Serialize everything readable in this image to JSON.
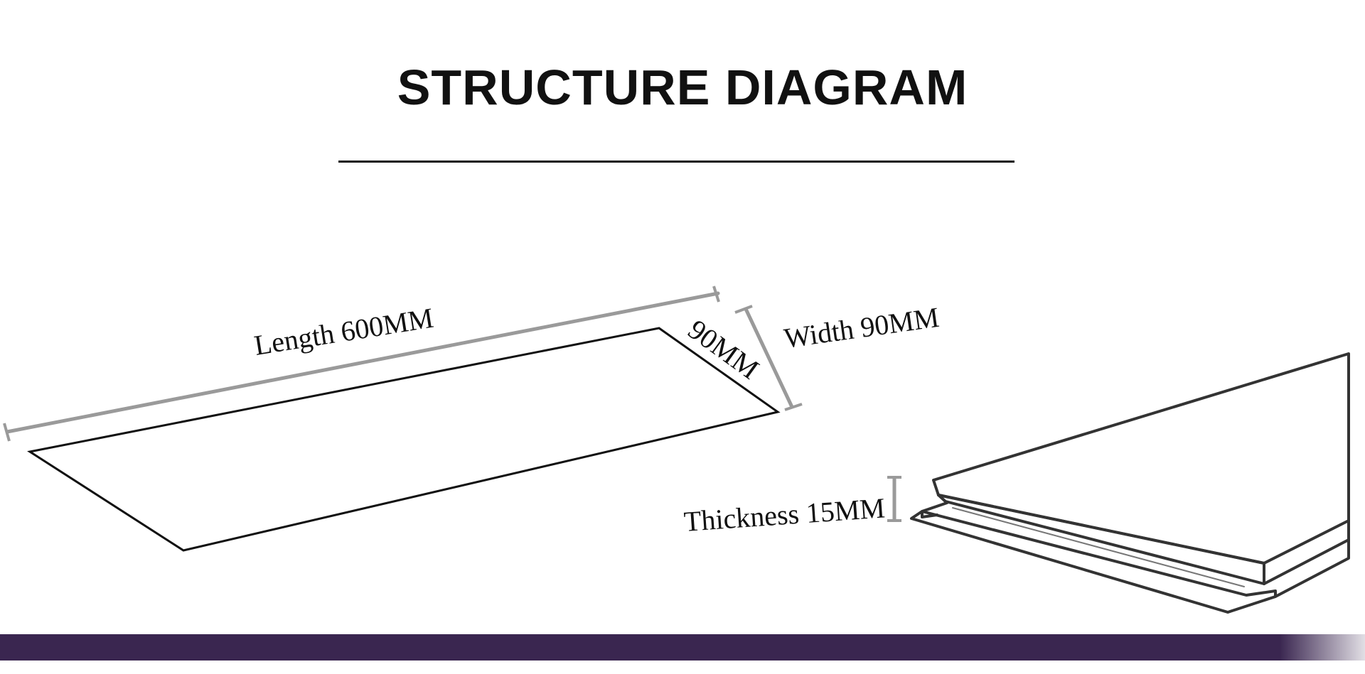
{
  "title": "STRUCTURE DIAGRAM",
  "labels": {
    "length": "Length 600MM",
    "edge_width": "90MM",
    "width": "Width 90MM",
    "thickness": "Thickness 15MM"
  },
  "colors": {
    "line": "#111111",
    "dimension": "#9a9a9a",
    "band": "#3a2650"
  }
}
